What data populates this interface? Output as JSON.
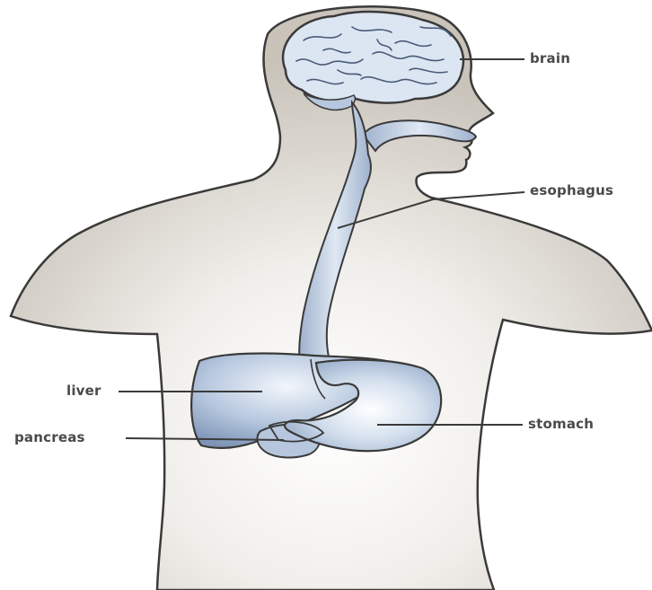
{
  "labels": {
    "brain": "brain",
    "esophagus": "esophagus",
    "liver": "liver",
    "pancreas": "pancreas",
    "stomach": "stomach"
  },
  "colors": {
    "body_fill": "#ccc6bd",
    "body_outline": "#3a3a3a",
    "organ_fill": "#a9bdd8",
    "organ_highlight": "#e6eef8",
    "brain_fill": "#dbe5f2",
    "leader_line": "#3a3a3a",
    "label_text": "#4a4a4a"
  }
}
